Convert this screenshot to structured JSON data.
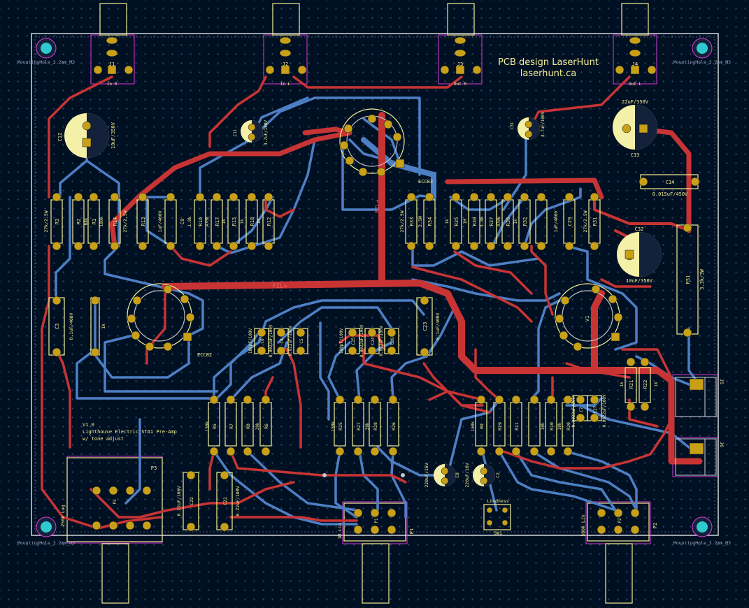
{
  "board": {
    "title": "PCB design LaserHunt",
    "url": "laserhunt.ca",
    "info_lines": [
      "V1.0",
      "Lighthouse Electric STA1 Pre-Amp",
      "w/ tone adjust"
    ],
    "fil_label": "FIL+",
    "colors": {
      "background": "#001023",
      "edge": "#d0d4d8",
      "front_copper": "#c83434",
      "back_copper": "#4d7fc4",
      "pad": "#c8a018",
      "silkscreen": "#f2ee93",
      "courtyard": "#d838d8"
    }
  },
  "mounting_holes": [
    {
      "label": "MountingHole_3.2mm_M3"
    },
    {
      "label": "MountingHole_3.2mm_M3"
    },
    {
      "label": "MountingHole_3.2mm_M3"
    },
    {
      "label": "MountingHole_3.2mm_M3"
    }
  ],
  "jacks": [
    {
      "ref": "J1",
      "label": "In R"
    },
    {
      "ref": "J2",
      "label": "In L"
    },
    {
      "ref": "J3",
      "label": "Out R"
    },
    {
      "ref": "J4",
      "label": "Out L"
    }
  ],
  "tubes": [
    {
      "ref": "ECC83"
    },
    {
      "ref": "ECC82"
    },
    {
      "ref": "V1"
    }
  ],
  "caps_electrolytic": [
    {
      "ref": "C12",
      "value": "10uF/350V"
    },
    {
      "ref": "C11",
      "value": "4.7uF/100V"
    },
    {
      "ref": "C31",
      "value": "4.7uF/100V"
    },
    {
      "ref": "C13",
      "value": "22uF/350V"
    },
    {
      "ref": "C32",
      "value": "10uF/350V"
    },
    {
      "ref": "C8",
      "value": "220uF/16V"
    },
    {
      "ref": "C2",
      "value": "220uF/16V"
    }
  ],
  "resistors_top_left": [
    {
      "ref": "R3",
      "value": "27k/2.5W"
    },
    {
      "ref": "R2",
      "value": "68k"
    },
    {
      "ref": "R1",
      "value": "100k"
    },
    {
      "ref": "R14",
      "value": "27k/2.5W"
    },
    {
      "ref": "R13",
      "value": ""
    },
    {
      "ref": "C9",
      "value": "1uF/400V"
    },
    {
      "ref": "R16",
      "value": "1.8k"
    },
    {
      "ref": "R17",
      "value": "470k"
    },
    {
      "ref": "R15",
      "value": "1k"
    },
    {
      "ref": "R18",
      "value": "1k"
    },
    {
      "ref": "R12",
      "value": "1M"
    }
  ],
  "resistors_top_right": [
    {
      "ref": "R33",
      "value": "27k/2.5W"
    },
    {
      "ref": "R34",
      "value": "2.5W"
    },
    {
      "ref": "R35",
      "value": "1k"
    },
    {
      "ref": "R30",
      "value": "1M"
    },
    {
      "ref": "R37",
      "value": "1.8k"
    },
    {
      "ref": "R36",
      "value": "470k"
    },
    {
      "ref": "R32",
      "value": "1k"
    },
    {
      "ref": "C29",
      "value": "1uF/400V"
    },
    {
      "ref": "R31",
      "value": "27k/2.5W"
    }
  ],
  "side_parts": [
    {
      "ref": "C14",
      "value": "0.015uF/450V"
    },
    {
      "ref": "R51",
      "value": "3.3k/3W"
    },
    {
      "ref": "C3",
      "value": "0.1uF/400V"
    },
    {
      "ref": "R4",
      "value": "1k"
    },
    {
      "ref": "C23",
      "value": "0.1uF/400V"
    },
    {
      "ref": "R21",
      "value": "1k"
    },
    {
      "ref": "R22",
      "value": "1k"
    }
  ],
  "tone_caps": [
    {
      "ref": "C6",
      "value": "100pF/100V"
    },
    {
      "ref": "C4",
      "value": "0.0022uF/100V"
    },
    {
      "ref": "C5",
      "value": "0.022uF/100V"
    },
    {
      "ref": "C25",
      "value": "100pF/100V"
    },
    {
      "ref": "C24",
      "value": "0.0022uF/100V"
    },
    {
      "ref": "C26",
      "value": "0.022uF/100V"
    },
    {
      "ref": "C7",
      "value": "0.0022uF/100V"
    },
    {
      "ref": "C27",
      "value": "0.0022uF/100V"
    }
  ],
  "bottom_resistors": [
    {
      "ref": "R5",
      "value": "150k"
    },
    {
      "ref": "R7",
      "value": "1M"
    },
    {
      "ref": "R8",
      "value": "39k"
    },
    {
      "ref": "R6",
      "value": "1M"
    },
    {
      "ref": "R25",
      "value": "150k"
    },
    {
      "ref": "R27",
      "value": "1M"
    },
    {
      "ref": "R28",
      "value": "39k"
    },
    {
      "ref": "R26",
      "value": "1M"
    },
    {
      "ref": "R9",
      "value": "150k"
    },
    {
      "ref": "R29",
      "value": "1M"
    },
    {
      "ref": "R11",
      "value": "1k"
    },
    {
      "ref": "R10",
      "value": "10k"
    },
    {
      "ref": "R20",
      "value": "10k"
    }
  ],
  "bottom_caps": [
    {
      "ref": "C22",
      "value": "0.22uF/100V"
    },
    {
      "ref": "C21",
      "value": "0.22uF/100V"
    }
  ],
  "pots": [
    {
      "ref": "P3",
      "label": "P3",
      "value": "250k Log"
    },
    {
      "ref": "P1",
      "label": "P1",
      "value": "1M Lin"
    },
    {
      "ref": "P2",
      "label": "P2",
      "value": "500k Lin"
    }
  ],
  "switch": {
    "ref": "SW1",
    "label": "Loudness"
  },
  "terminals": [
    {
      "ref": "J5"
    },
    {
      "ref": "J6"
    }
  ]
}
